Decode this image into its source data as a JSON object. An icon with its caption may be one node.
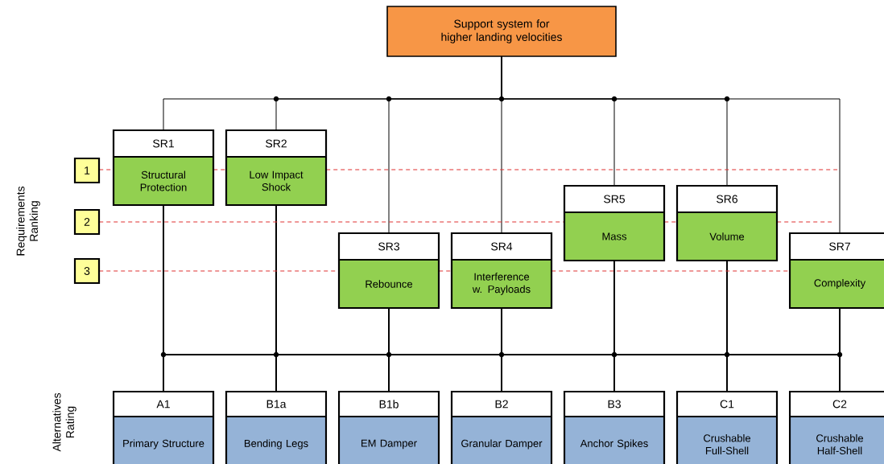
{
  "diagram": {
    "nodes": [
      {
        "text": [
          "Support system for higher landing velocities"
        ]
      },
      {
        "text": [
          "SR1",
          "Structural Protection"
        ]
      },
      {
        "text": [
          "SR2",
          "Low Impact Shock"
        ]
      },
      {
        "text": [
          "SR3",
          "Rebounce"
        ]
      },
      {
        "text": [
          "SR4",
          "Interference w. Payloads"
        ]
      },
      {
        "text": [
          "SR5",
          "Mass"
        ]
      },
      {
        "text": [
          "SR6",
          "Volume"
        ]
      },
      {
        "text": [
          "SR7",
          "Complexity"
        ]
      },
      {
        "text": [
          "A1",
          "Primary Structure"
        ]
      },
      {
        "text": [
          "B1a",
          "Bending Legs"
        ]
      },
      {
        "text": [
          "B1b",
          "EM Damper"
        ]
      },
      {
        "text": [
          "B2",
          "Granular Damper"
        ]
      },
      {
        "text": [
          "B3",
          "Anchor Spikes"
        ]
      },
      {
        "text": [
          "C1",
          "Crushable Full-Shell"
        ]
      },
      {
        "text": [
          "C2",
          "Crushable Half-Shell"
        ]
      },
      {
        "text": [
          "1"
        ]
      },
      {
        "text": [
          "2"
        ]
      },
      {
        "text": [
          "3"
        ]
      }
    ],
    "edges": [
      {
        "from": 0,
        "to": 1,
        "arrow": "none"
      },
      {
        "from": 0,
        "to": 2,
        "arrow": "none"
      },
      {
        "from": 0,
        "to": 3,
        "arrow": "none"
      },
      {
        "from": 0,
        "to": 4,
        "arrow": "none"
      },
      {
        "from": 0,
        "to": 5,
        "arrow": "none"
      },
      {
        "from": 0,
        "to": 6,
        "arrow": "none"
      },
      {
        "from": 0,
        "to": 7,
        "arrow": "none"
      },
      {
        "from": 1,
        "to": 8,
        "arrow": "none"
      },
      {
        "from": 1,
        "to": 9,
        "arrow": "none"
      },
      {
        "from": 1,
        "to": 10,
        "arrow": "none"
      },
      {
        "from": 1,
        "to": 11,
        "arrow": "none"
      },
      {
        "from": 1,
        "to": 12,
        "arrow": "none"
      },
      {
        "from": 1,
        "to": 13,
        "arrow": "none"
      },
      {
        "from": 1,
        "to": 14,
        "arrow": "none"
      },
      {
        "from": 2,
        "to": 8,
        "arrow": "none"
      },
      {
        "from": 2,
        "to": 9,
        "arrow": "none"
      },
      {
        "from": 2,
        "to": 10,
        "arrow": "none"
      },
      {
        "from": 2,
        "to": 11,
        "arrow": "none"
      },
      {
        "from": 2,
        "to": 12,
        "arrow": "none"
      },
      {
        "from": 2,
        "to": 13,
        "arrow": "none"
      },
      {
        "from": 2,
        "to": 14,
        "arrow": "none"
      },
      {
        "from": 3,
        "to": 8,
        "arrow": "none"
      },
      {
        "from": 3,
        "to": 9,
        "arrow": "none"
      },
      {
        "from": 3,
        "to": 10,
        "arrow": "none"
      },
      {
        "from": 3,
        "to": 11,
        "arrow": "none"
      },
      {
        "from": 3,
        "to": 12,
        "arrow": "none"
      },
      {
        "from": 3,
        "to": 13,
        "arrow": "none"
      },
      {
        "from": 3,
        "to": 14,
        "arrow": "none"
      },
      {
        "from": 4,
        "to": 8,
        "arrow": "none"
      },
      {
        "from": 4,
        "to": 9,
        "arrow": "none"
      },
      {
        "from": 4,
        "to": 10,
        "arrow": "none"
      },
      {
        "from": 4,
        "to": 11,
        "arrow": "none"
      },
      {
        "from": 4,
        "to": 12,
        "arrow": "none"
      },
      {
        "from": 4,
        "to": 13,
        "arrow": "none"
      },
      {
        "from": 4,
        "to": 14,
        "arrow": "none"
      },
      {
        "from": 5,
        "to": 8,
        "arrow": "none"
      },
      {
        "from": 5,
        "to": 9,
        "arrow": "none"
      },
      {
        "from": 5,
        "to": 10,
        "arrow": "none"
      },
      {
        "from": 5,
        "to": 11,
        "arrow": "none"
      },
      {
        "from": 5,
        "to": 12,
        "arrow": "none"
      },
      {
        "from": 5,
        "to": 13,
        "arrow": "none"
      },
      {
        "from": 5,
        "to": 14,
        "arrow": "none"
      },
      {
        "from": 6,
        "to": 8,
        "arrow": "none"
      },
      {
        "from": 6,
        "to": 9,
        "arrow": "none"
      },
      {
        "from": 6,
        "to": 10,
        "arrow": "none"
      },
      {
        "from": 6,
        "to": 11,
        "arrow": "none"
      },
      {
        "from": 6,
        "to": 12,
        "arrow": "none"
      },
      {
        "from": 6,
        "to": 13,
        "arrow": "none"
      },
      {
        "from": 6,
        "to": 14,
        "arrow": "none"
      },
      {
        "from": 7,
        "to": 8,
        "arrow": "none"
      },
      {
        "from": 7,
        "to": 9,
        "arrow": "none"
      },
      {
        "from": 7,
        "to": 10,
        "arrow": "none"
      },
      {
        "from": 7,
        "to": 11,
        "arrow": "none"
      },
      {
        "from": 7,
        "to": 12,
        "arrow": "none"
      },
      {
        "from": 7,
        "to": 13,
        "arrow": "none"
      },
      {
        "from": 7,
        "to": 14,
        "arrow": "none"
      },
      {
        "from": 15,
        "to": 1,
        "arrow": "none",
        "style": "dashed",
        "color": "#e03030"
      },
      {
        "from": 1,
        "to": 2,
        "arrow": "none",
        "style": "dashed",
        "color": "#e03030"
      },
      {
        "from": 2,
        "to": null,
        "arrow": "none",
        "style": "dashed",
        "color": "#e03030"
      },
      {
        "from": 16,
        "to": 5,
        "arrow": "none",
        "style": "dashed",
        "color": "#e03030"
      },
      {
        "from": 5,
        "to": 6,
        "arrow": "none",
        "style": "dashed",
        "color": "#e03030"
      },
      {
        "from": 6,
        "to": null,
        "arrow": "none",
        "style": "dashed",
        "color": "#e03030"
      },
      {
        "from": 17,
        "to": 3,
        "arrow": "none",
        "style": "dashed",
        "color": "#e03030"
      },
      {
        "from": 3,
        "to": 4,
        "arrow": "none",
        "style": "dashed",
        "color": "#e03030"
      },
      {
        "from": 4,
        "to": 7,
        "arrow": "none",
        "style": "dashed",
        "color": "#e03030"
      }
    ],
    "labels": [
      "Requirements Ranking",
      "Alternatives Rating"
    ]
  }
}
